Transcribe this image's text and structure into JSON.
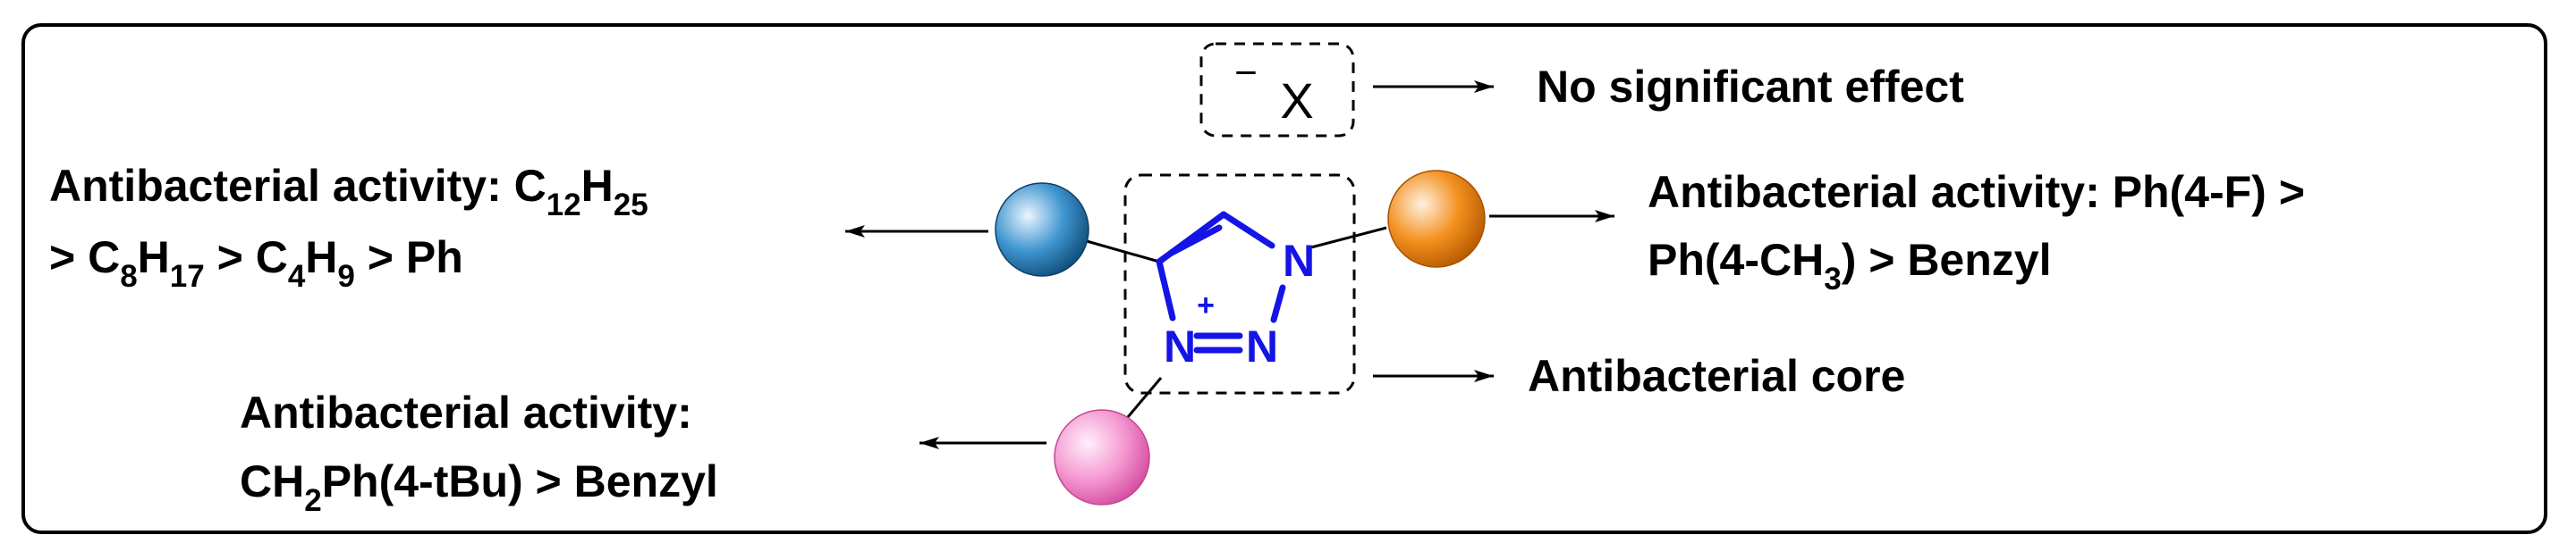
{
  "colors": {
    "frame": "#000000",
    "text": "#000000",
    "atom_blue": "#1414e6",
    "sphere_blue": "#2f86c0",
    "sphere_orange": "#f08a1c",
    "sphere_pink": "#f07fc4"
  },
  "anion": {
    "charge": "−",
    "symbol": "X"
  },
  "top_note": "No significant effect",
  "core_note": "Antibacterial core",
  "left_label": {
    "line1_prefix": "Antibacterial activity: C",
    "line1_sub1": "12",
    "line1_mid": "H",
    "line1_sub2": "25",
    "line2_p1": "> C",
    "line2_s1": "8",
    "line2_p2": "H",
    "line2_s2": "17",
    "line2_p3": " > C",
    "line2_s3": "4",
    "line2_p4": "H",
    "line2_s4": "9",
    "line2_p5": " > Ph"
  },
  "right_label": {
    "line1": "Antibacterial activity:  Ph(4-F) >",
    "line2_a": "Ph(4-CH",
    "line2_sub": "3",
    "line2_b": ") > Benzyl"
  },
  "bottom_label": {
    "line1": "Antibacterial activity:",
    "line2_a": "CH",
    "line2_sub": "2",
    "line2_b": "Ph(4-tBu) > Benzyl"
  },
  "ring_atoms": {
    "n_top": "N",
    "n_bottom_left": "N",
    "n_bottom_right": "N",
    "charge": "+"
  }
}
